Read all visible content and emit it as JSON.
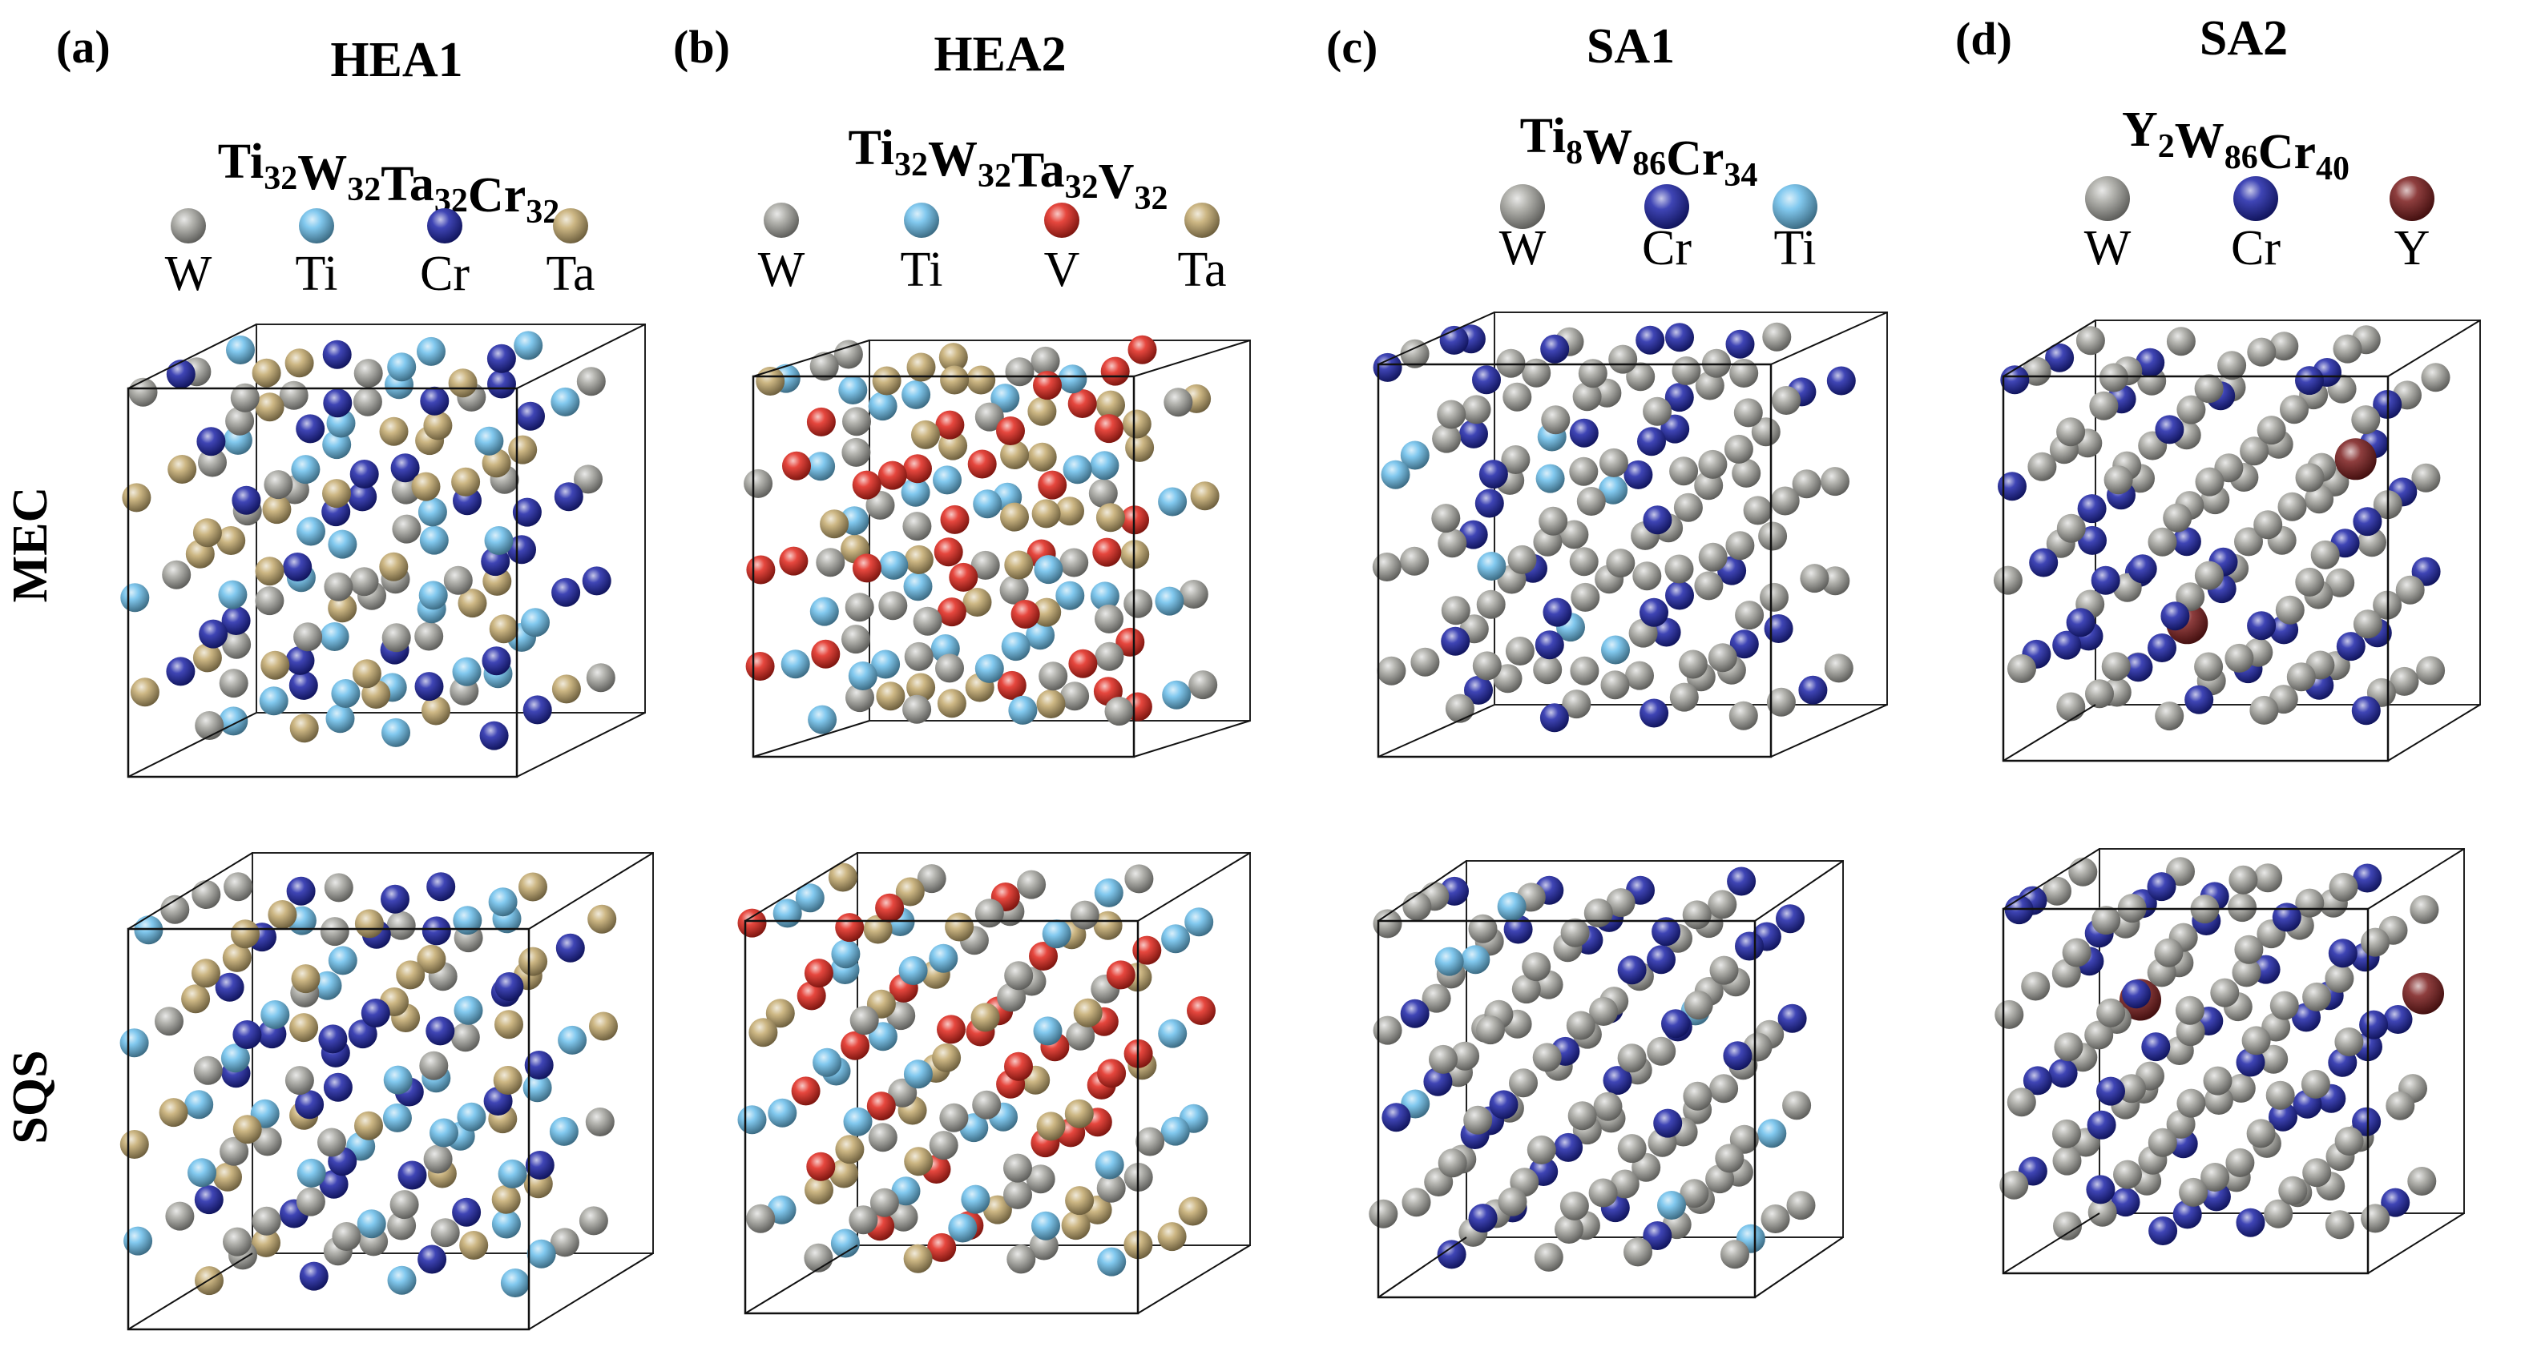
{
  "species": {
    "W": {
      "label": "W",
      "color": "#a8a8a2"
    },
    "Ti": {
      "label": "Ti",
      "color": "#6cc0ec"
    },
    "Cr": {
      "label": "Cr",
      "color": "#1d24a8"
    },
    "Ta": {
      "label": "Ta",
      "color": "#c4aa6e"
    },
    "V": {
      "label": "V",
      "color": "#e2271c"
    },
    "Y": {
      "label": "Y",
      "color": "#7a1c1c"
    }
  },
  "row_labels": {
    "mec": "MEC",
    "sqs": "SQS"
  },
  "panels": [
    {
      "tag": "(a)",
      "name": "HEA1",
      "formula": [
        [
          "Ti",
          "32"
        ],
        [
          "W",
          "32"
        ],
        [
          "Ta",
          "32"
        ],
        [
          "Cr",
          "32"
        ]
      ],
      "legend": [
        "W",
        "Ti",
        "Cr",
        "Ta"
      ],
      "composition": {
        "Ti": 32,
        "W": 32,
        "Ta": 32,
        "Cr": 32
      }
    },
    {
      "tag": "(b)",
      "name": "HEA2",
      "formula": [
        [
          "Ti",
          "32"
        ],
        [
          "W",
          "32"
        ],
        [
          "Ta",
          "32"
        ],
        [
          "V",
          "32"
        ]
      ],
      "legend": [
        "W",
        "Ti",
        "V",
        "Ta"
      ],
      "composition": {
        "Ti": 32,
        "W": 32,
        "Ta": 32,
        "V": 32
      }
    },
    {
      "tag": "(c)",
      "name": "SA1",
      "formula": [
        [
          "Ti",
          "8"
        ],
        [
          "W",
          "86"
        ],
        [
          "Cr",
          "34"
        ]
      ],
      "legend": [
        "W",
        "Cr",
        "Ti"
      ],
      "composition": {
        "Ti": 8,
        "W": 86,
        "Cr": 34
      }
    },
    {
      "tag": "(d)",
      "name": "SA2",
      "formula": [
        [
          "Y",
          "2"
        ],
        [
          "W",
          "86"
        ],
        [
          "Cr",
          "40"
        ]
      ],
      "legend": [
        "W",
        "Cr",
        "Y"
      ],
      "composition": {
        "Y": 2,
        "W": 86,
        "Cr": 40
      }
    }
  ]
}
